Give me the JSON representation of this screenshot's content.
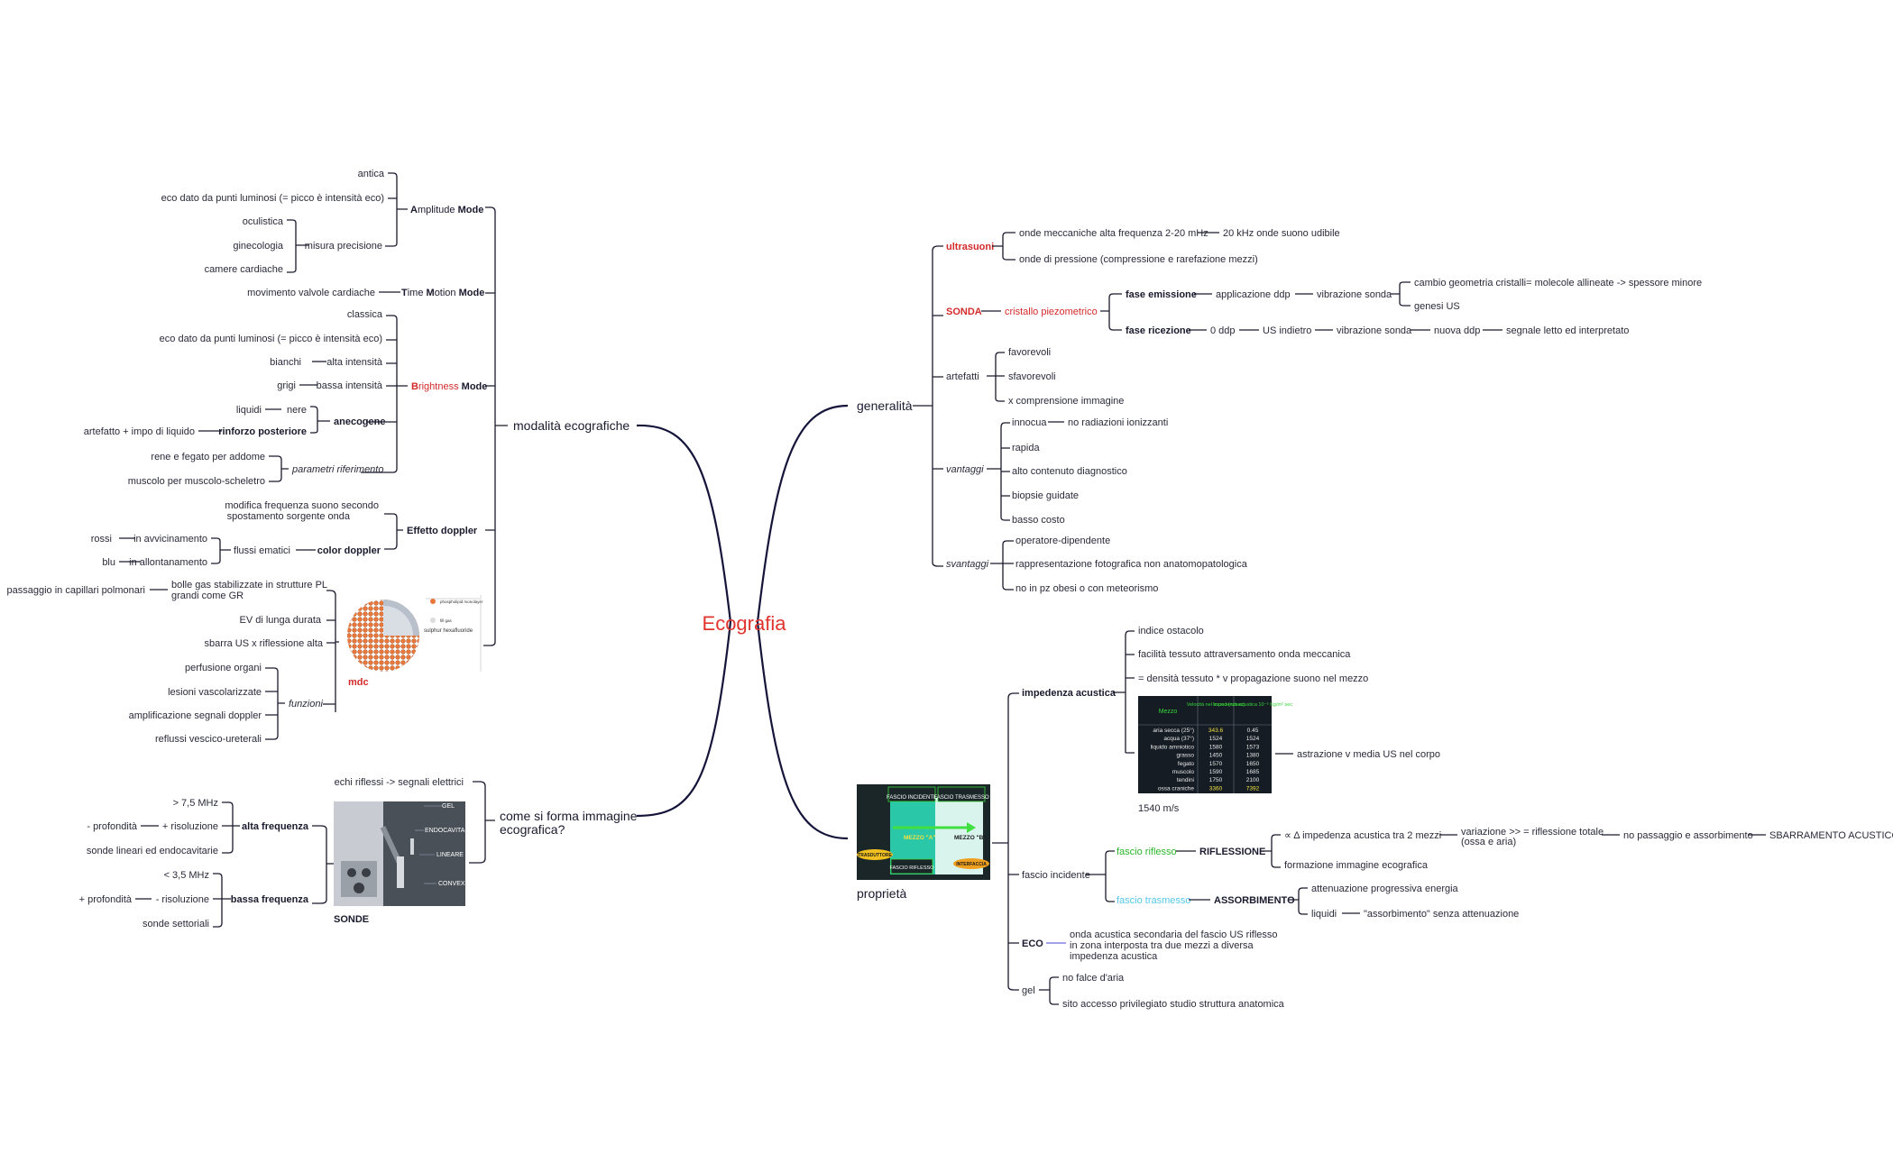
{
  "root": "Ecografia",
  "left": {
    "modalita": {
      "label": "modalità ecografiche",
      "amode": {
        "label_pre": "A",
        "label_mid": "mplitude ",
        "label_post": "Mode",
        "items": [
          "antica",
          "eco dato da punti luminosi (= picco è intensità eco)"
        ],
        "misura": "misura precisione",
        "misura_items": [
          "oculistica",
          "ginecologia",
          "camere cardiache"
        ]
      },
      "tmmode": {
        "label_pre": "T",
        "label_mid": "ime ",
        "label_m": "M",
        "label_mid2": "otion ",
        "label_post": "Mode",
        "item": "movimento valvole cardiache"
      },
      "bmode": {
        "label_pre": "B",
        "label_mid": "rightness ",
        "label_post": "Mode",
        "classica": "classica",
        "eco": "eco dato da punti luminosi (= picco è intensità eco)",
        "bianchi": "bianchi",
        "alta": "alta intensità",
        "grigi": "grigi",
        "bassa": "bassa intensità",
        "liquidi": "liquidi",
        "nere": "nere",
        "anecogene": "anecogene",
        "artefatto": "artefatto + impo di liquido",
        "rinforzo": "rinforzo posteriore",
        "parametri": "parametri riferimento",
        "rene": "rene e fegato per addome",
        "muscolo": "muscolo per muscolo-scheletro"
      },
      "doppler": {
        "label": "Effetto doppler",
        "modifica1": "modifica frequenza suono secondo",
        "modifica2": "spostamento sorgente onda",
        "color": "color doppler",
        "flussi": "flussi ematici",
        "rossi": "rossi",
        "avvicin": "in avvicinamento",
        "blu": "blu",
        "allont": "in allontanamento"
      },
      "mdc": {
        "label": "mdc",
        "bolle1": "bolle gas stabilizzate in strutture PL",
        "bolle2": "grandi come GR",
        "passaggio": "passaggio in capillari polmonari",
        "ev": "EV di lunga durata",
        "sbarra": "sbarra US x riflessione alta",
        "funzioni": "funzioni",
        "funz_items": [
          "perfusione organi",
          "lesioni vascolarizzate",
          "amplificazione segnali doppler",
          "reflussi vescico-ureterali"
        ],
        "img_labels": [
          "phospholipid monolayer",
          "fill gas",
          "sulphur hexafluoride"
        ]
      }
    },
    "immagine": {
      "label1": "come si forma immagine",
      "label2": "ecografica?",
      "echi": "echi riflessi -> segnali elettrici",
      "sonde": "SONDE",
      "sonde_img": [
        "GEL",
        "ENDOCAVITARIA",
        "LINEARE",
        "CONVEX"
      ],
      "alta": {
        "label": "alta frequenza",
        "f": "> 7,5 MHz",
        "meno": "- profondità",
        "piu": "+ risoluzione",
        "sonde": "sonde lineari ed endocavitarie"
      },
      "bassa": {
        "label": "bassa frequenza",
        "f": "< 3,5 MHz",
        "piu": "+ profondità",
        "meno": "- risoluzione",
        "sonde": "sonde settoriali"
      }
    }
  },
  "right": {
    "generalita": {
      "label": "generalità",
      "ultrasuoni": {
        "label": "ultrasuoni",
        "onde1": "onde meccaniche alta frequenza 2-20 mHz",
        "khz": "20 kHz onde suono udibile",
        "onde2": "onde di pressione (compressione e rarefazione mezzi)"
      },
      "sonda": {
        "label": "SONDA",
        "cristallo": "cristallo piezometrico",
        "emissione": "fase emissione",
        "applicazione": "applicazione ddp",
        "vibrazione": "vibrazione sonda",
        "cambio": "cambio geometria cristalli= molecole allineate -> spessore minore",
        "genesi": "genesi US",
        "ricezione": "fase ricezione",
        "zero": "0 ddp",
        "us": "US indietro",
        "vibr2": "vibrazione sonda",
        "nuova": "nuova ddp",
        "segnale": "segnale letto ed interpretato"
      },
      "artefatti": {
        "label": "artefatti",
        "items": [
          "favorevoli",
          "sfavorevoli",
          "x comprensione immagine"
        ]
      },
      "vantaggi": {
        "label": "vantaggi",
        "innocua": "innocua",
        "no_rad": "no radiazioni ionizzanti",
        "items": [
          "rapida",
          "alto contenuto diagnostico",
          "biopsie guidate",
          "basso costo"
        ]
      },
      "svantaggi": {
        "label": "svantaggi",
        "items": [
          "operatore-dipendente",
          "rappresentazione fotografica non anatomopatologica",
          "no in pz obesi o con meteorismo"
        ]
      }
    },
    "proprieta": {
      "label": "proprietà",
      "img": {
        "fascio_inc": "FASCIO INCIDENTE",
        "fascio_tras": "FASCIO TRASMESSO",
        "mezzo_a": "MEZZO \"A\"",
        "mezzo_b": "MEZZO \"B\"",
        "trasduttore": "TRASDUTTORE",
        "fascio_rifl": "FASCIO RIFLESSO",
        "interfaccia": "INTERFACCIA"
      },
      "impedenza": {
        "label": "impedenza acustica",
        "items": [
          "indice ostacolo",
          "facilità tessuto attraversamento onda meccanica",
          "= densità tessuto * v propagazione suono nel mezzo"
        ],
        "astrazione": "astrazione v media US nel corpo",
        "speed": "1540 m/s",
        "table": {
          "headers": [
            "Mezzo",
            "Velocità nel suono (m/sec)",
            "Impedenza acustica 10⁻⁶ Kg/m² sec"
          ],
          "rows": [
            [
              "aria secca (25°)",
              "343.6",
              "0.45"
            ],
            [
              "acqua (37°)",
              "1524",
              "1524"
            ],
            [
              "liquido amniotico",
              "1580",
              "1573"
            ],
            [
              "grasso",
              "1450",
              "1380"
            ],
            [
              "fegato",
              "1570",
              "1650"
            ],
            [
              "muscolo",
              "1590",
              "1685"
            ],
            [
              "tendini",
              "1750",
              "2100"
            ],
            [
              "ossa craniche",
              "3360",
              "7392"
            ]
          ]
        }
      },
      "fascio": {
        "label": "fascio incidente",
        "riflesso": "fascio riflesso",
        "riflessione": "RIFLESSIONE",
        "prop": "∝ Δ impedenza acustica tra 2 mezzi",
        "variazione1": "variazione >> = riflessione totale",
        "variazione2": "(ossa e aria)",
        "no_pass": "no passaggio e assorbimento",
        "sbarr": "SBARRAMENTO ACUSTICO",
        "formazione": "formazione immagine ecografica",
        "trasmesso": "fascio trasmesso",
        "assorb": "ASSORBIMENTO",
        "attenuazione": "attenuazione progressiva energia",
        "liquidi": "liquidi",
        "assorb2": "\"assorbimento\" senza attenuazione"
      },
      "eco": {
        "label": "ECO",
        "l1": "onda acustica secondaria del fascio US riflesso",
        "l2": "in zona interposta tra due mezzi a diversa",
        "l3": "impedenza acustica"
      },
      "gel": {
        "label": "gel",
        "items": [
          "no falce d'aria",
          "sito accesso privilegiato studio struttura anatomica"
        ]
      }
    }
  },
  "colors": {
    "accent": "#e0342e",
    "branch": "#14143a",
    "green": "#2bb52b",
    "cyan": "#55c8ea",
    "eco_line": "#6a6ae0"
  }
}
